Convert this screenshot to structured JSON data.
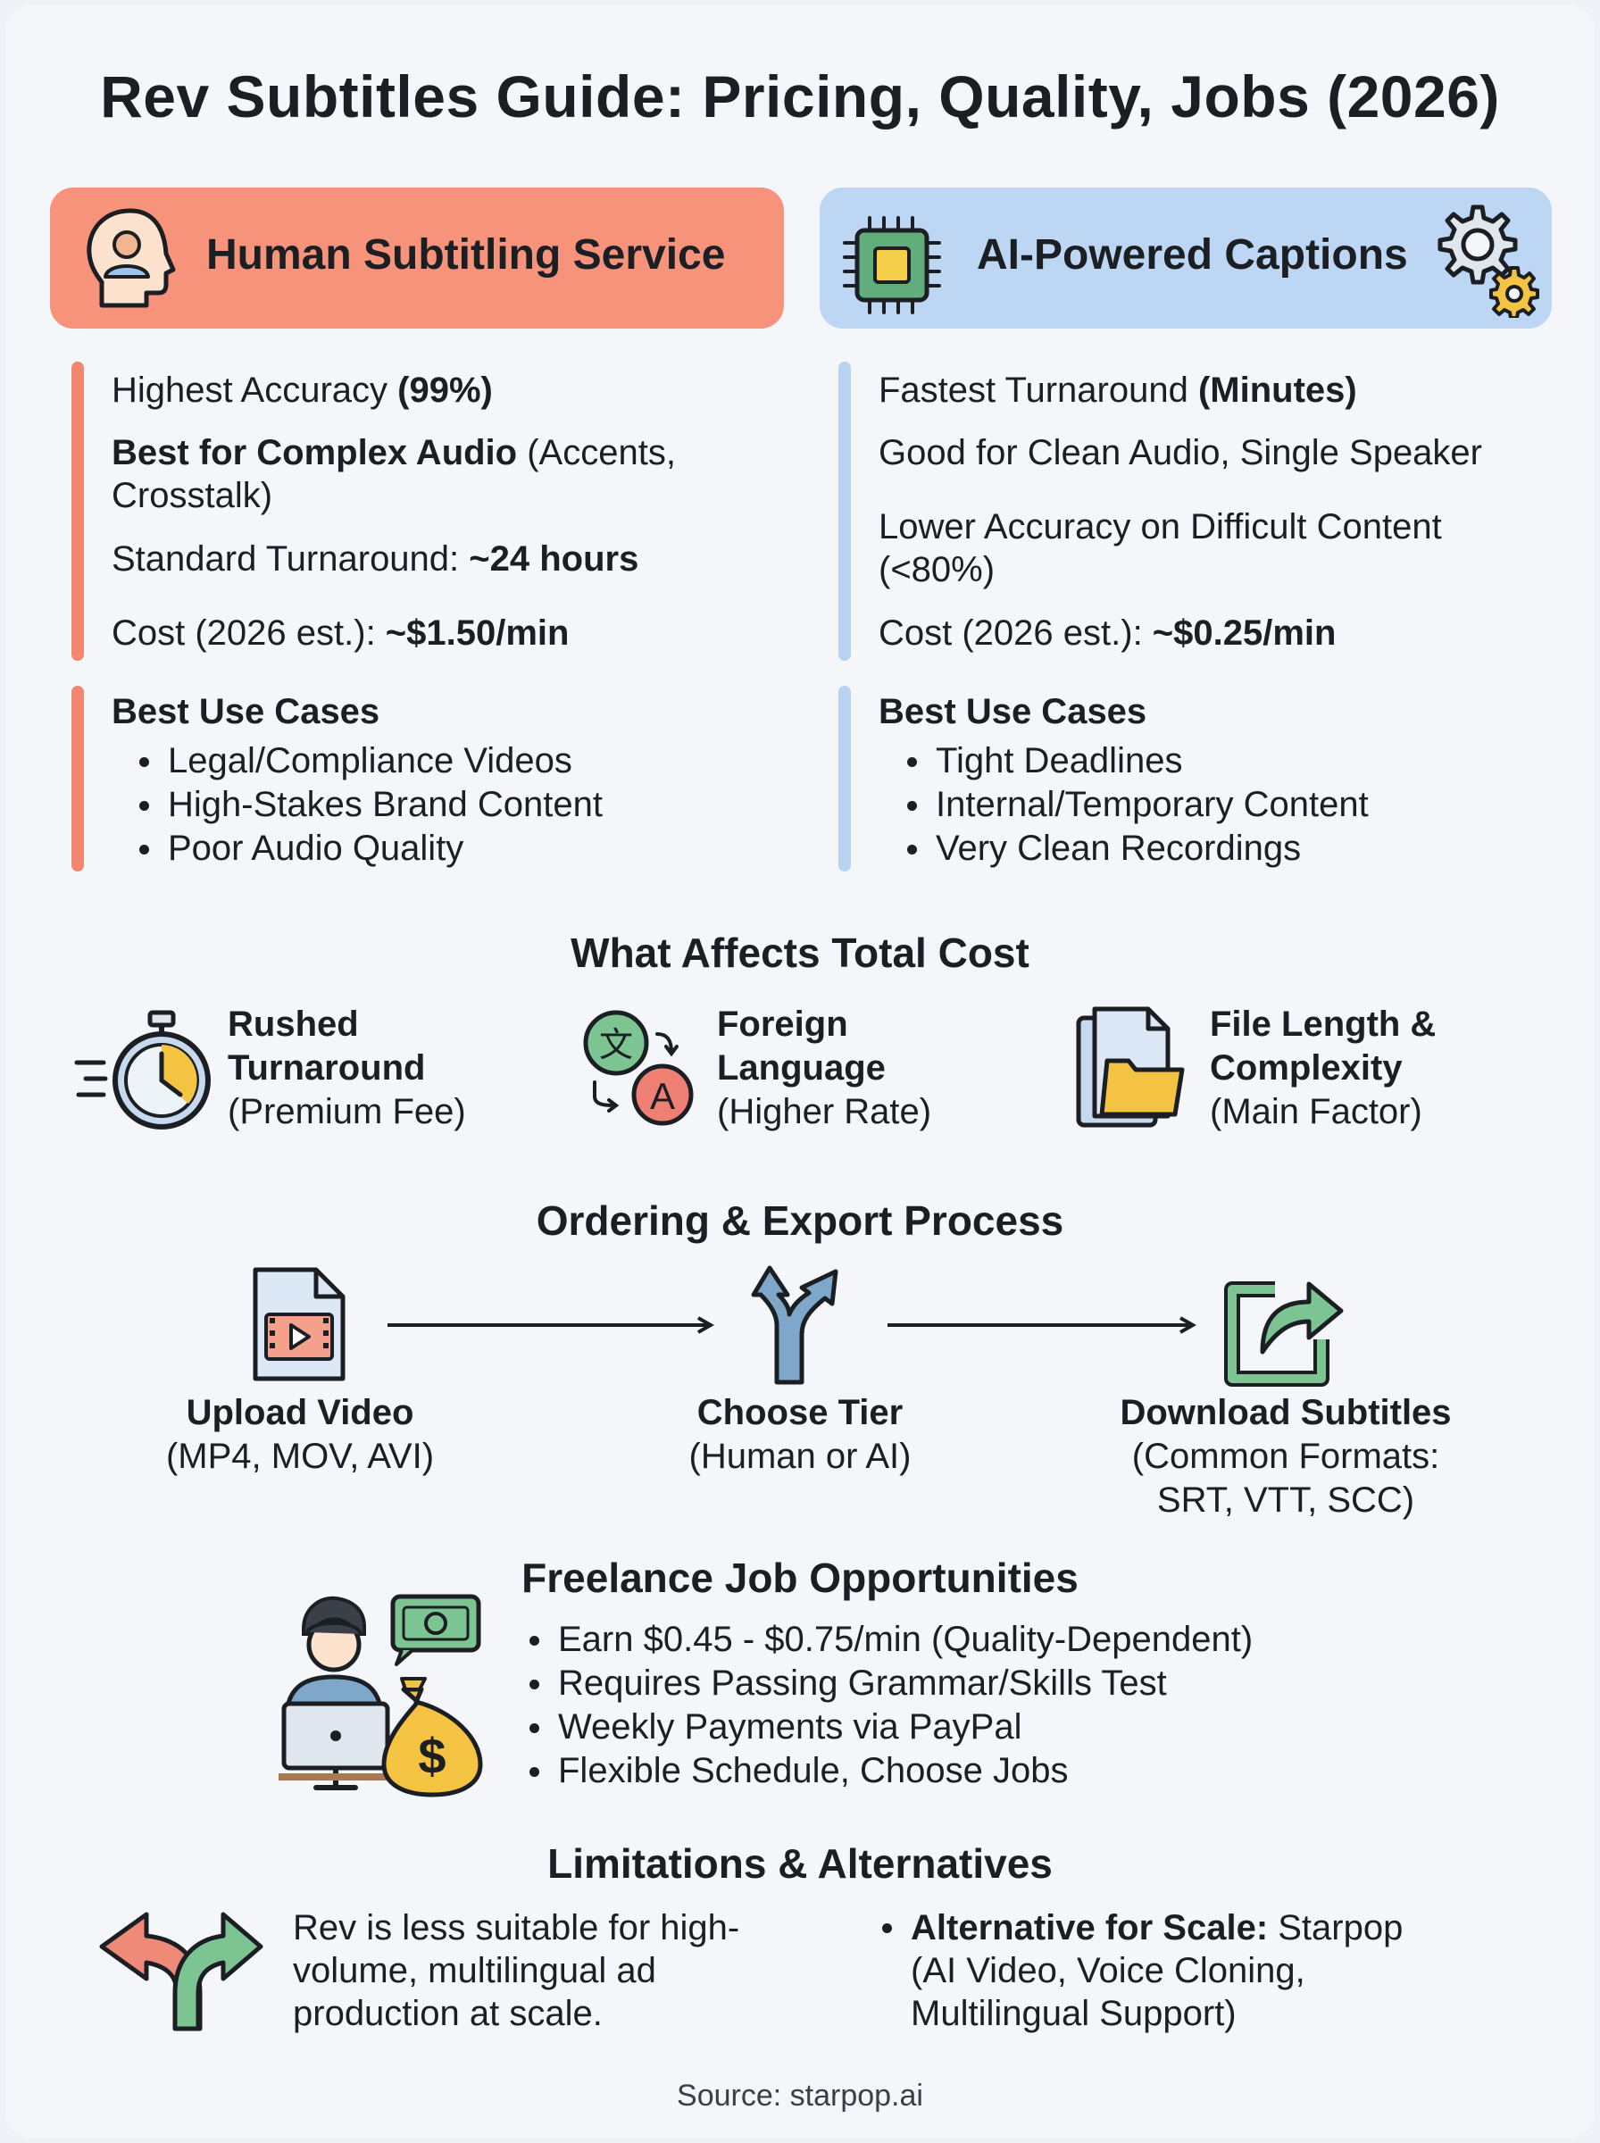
{
  "title": "Rev Subtitles Guide: Pricing, Quality, Jobs (2026)",
  "human": {
    "heading": "Human Subtitling Service",
    "accuracy_prefix": "Highest Accuracy ",
    "accuracy_value": "(99%)",
    "complex_bold": "Best for Complex Audio",
    "complex_rest": " (Accents,",
    "complex_line2": "Crosstalk)",
    "turnaround_prefix": "Standard Turnaround: ",
    "turnaround_value": "~24 hours",
    "cost_prefix": "Cost (2026 est.): ",
    "cost_value": "~$1.50/min",
    "use_cases_title": "Best Use Cases",
    "use_cases": [
      "Legal/Compliance Videos",
      "High-Stakes Brand Content",
      "Poor Audio Quality"
    ]
  },
  "ai": {
    "heading": "AI-Powered Captions",
    "turnaround_prefix": "Fastest Turnaround ",
    "turnaround_value": "(Minutes)",
    "clean_audio": "Good for Clean Audio, Single Speaker",
    "accuracy_line1": "Lower Accuracy on Difficult Content",
    "accuracy_line2": "(<80%)",
    "cost_prefix": "Cost (2026 est.): ",
    "cost_value": "~$0.25/min",
    "use_cases_title": "Best Use Cases",
    "use_cases": [
      "Tight Deadlines",
      "Internal/Temporary Content",
      "Very Clean Recordings"
    ]
  },
  "cost_factors": {
    "title": "What Affects Total Cost",
    "items": [
      {
        "line1": "Rushed",
        "line2": "Turnaround",
        "note": "(Premium Fee)",
        "icon": "stopwatch-icon"
      },
      {
        "line1": "Foreign",
        "line2": "Language",
        "note": "(Higher Rate)",
        "icon": "translate-icon"
      },
      {
        "line1": "File Length &",
        "line2": "Complexity",
        "note": "(Main Factor)",
        "icon": "files-icon"
      }
    ]
  },
  "process": {
    "title": "Ordering & Export Process",
    "steps": [
      {
        "label": "Upload Video",
        "detail": "(MP4, MOV, AVI)",
        "detail2": "",
        "icon": "video-file-icon"
      },
      {
        "label": "Choose Tier",
        "detail": "(Human or AI)",
        "detail2": "",
        "icon": "fork-arrows-icon"
      },
      {
        "label": "Download Subtitles",
        "detail": "(Common Formats:",
        "detail2": "SRT, VTT, SCC)",
        "icon": "export-icon"
      }
    ]
  },
  "jobs": {
    "title": "Freelance Job Opportunities",
    "items": [
      "Earn $0.45 - $0.75/min (Quality-Dependent)",
      "Requires Passing Grammar/Skills Test",
      "Weekly Payments via PayPal",
      "Flexible Schedule, Choose Jobs"
    ]
  },
  "limitations": {
    "title": "Limitations & Alternatives",
    "text_lines": [
      "Rev is less suitable for high-",
      "volume, multilingual ad",
      "production at scale."
    ],
    "alt_bold": "Alternative for Scale:",
    "alt_rest": " Starpop",
    "alt_line2": "(AI Video, Voice Cloning,",
    "alt_line3": "Multilingual Support)"
  },
  "source": "Source: starpop.ai",
  "colors": {
    "human_accent": "#f6937a",
    "ai_accent": "#bcd6f4",
    "background": "#f4f6f9"
  }
}
